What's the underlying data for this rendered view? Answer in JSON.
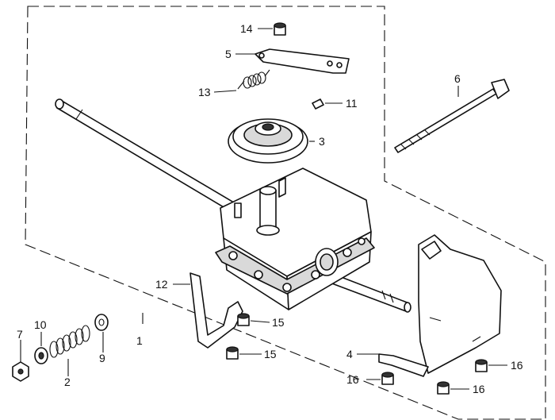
{
  "diagram": {
    "colors": {
      "line": "#111111",
      "background": "#ffffff",
      "shade": "#d9d9d9"
    },
    "callouts": [
      {
        "id": "14",
        "label": "14"
      },
      {
        "id": "5",
        "label": "5"
      },
      {
        "id": "13",
        "label": "13"
      },
      {
        "id": "11",
        "label": "11"
      },
      {
        "id": "3",
        "label": "3"
      },
      {
        "id": "6",
        "label": "6"
      },
      {
        "id": "12",
        "label": "12"
      },
      {
        "id": "15a",
        "label": "15"
      },
      {
        "id": "15b",
        "label": "15"
      },
      {
        "id": "1",
        "label": "1"
      },
      {
        "id": "7",
        "label": "7"
      },
      {
        "id": "10",
        "label": "10"
      },
      {
        "id": "2",
        "label": "2"
      },
      {
        "id": "9",
        "label": "9"
      },
      {
        "id": "4",
        "label": "4"
      },
      {
        "id": "16a",
        "label": "16"
      },
      {
        "id": "16b",
        "label": "16"
      },
      {
        "id": "16c",
        "label": "16"
      }
    ]
  }
}
